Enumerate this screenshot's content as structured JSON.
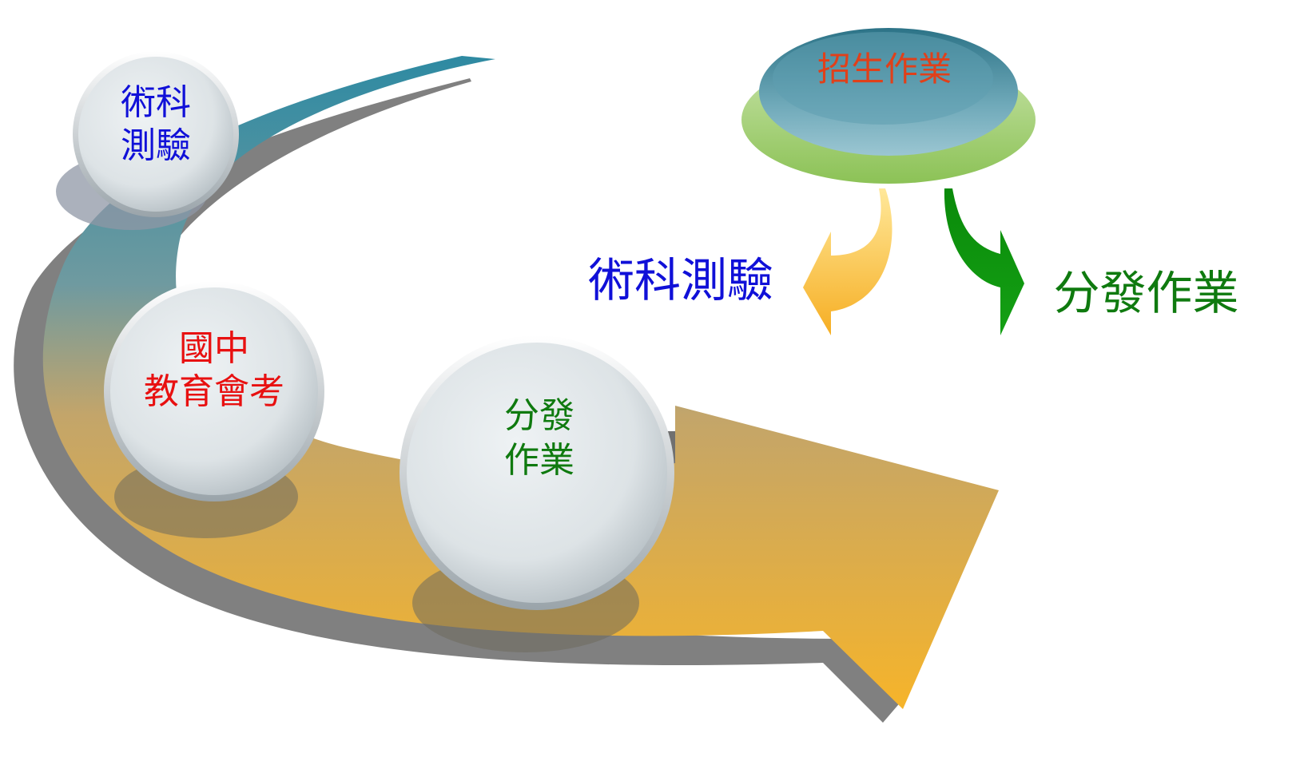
{
  "colors": {
    "blue_text": "#1010d8",
    "red_text": "#e81010",
    "green_text": "#0f7a0f",
    "orange_text": "#e0401a",
    "teal_ribbon": "#2e8aa2",
    "orange_ribbon": "#f2b233",
    "shadow": "#7f7f7f",
    "orange_arrow": "#f7b52c",
    "green_arrow": "#119911",
    "disc_teal": "#3b8ea3",
    "disc_green": "#9ccd6a"
  },
  "header": {
    "label": "招生作業"
  },
  "branches": {
    "left_label": "術科測驗",
    "right_label": "分發作業"
  },
  "orbs": [
    {
      "line1": "術科",
      "line2": "測驗"
    },
    {
      "line1": "國中",
      "line2": "教育會考"
    },
    {
      "line1": "分發",
      "line2": "作業"
    }
  ]
}
